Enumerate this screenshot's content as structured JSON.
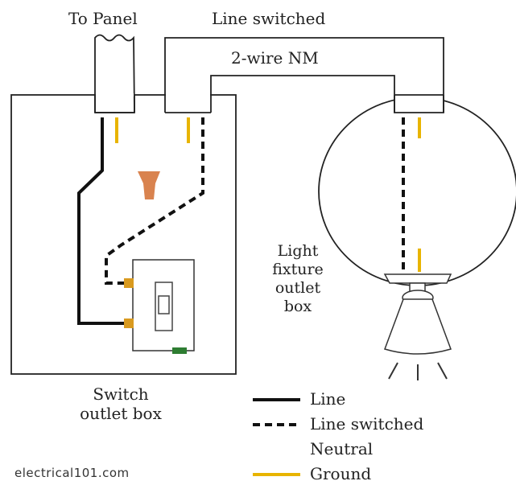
{
  "labels": {
    "to_panel": "To Panel",
    "line_switched_top": "Line switched",
    "cable": "2-wire NM",
    "light_fixture": [
      "Light",
      "fixture",
      "outlet",
      "box"
    ],
    "switch_box": [
      "Switch",
      "outlet box"
    ]
  },
  "legend": {
    "items": [
      {
        "label": "Line",
        "style": "solid",
        "color": "#111111"
      },
      {
        "label": "Line switched",
        "style": "dashed",
        "color": "#111111"
      },
      {
        "label": "Neutral",
        "style": "white",
        "color": "#ffffff"
      },
      {
        "label": "Ground",
        "style": "solid",
        "color": "#e8b400"
      }
    ]
  },
  "credit": "electrical101.com",
  "colors": {
    "line": "#111111",
    "ground": "#e8b400",
    "box_outline": "#222222",
    "wirenut": "#d9834f",
    "terminal": "#d99a1f",
    "switch_ground_screw": "#2e7d32"
  }
}
